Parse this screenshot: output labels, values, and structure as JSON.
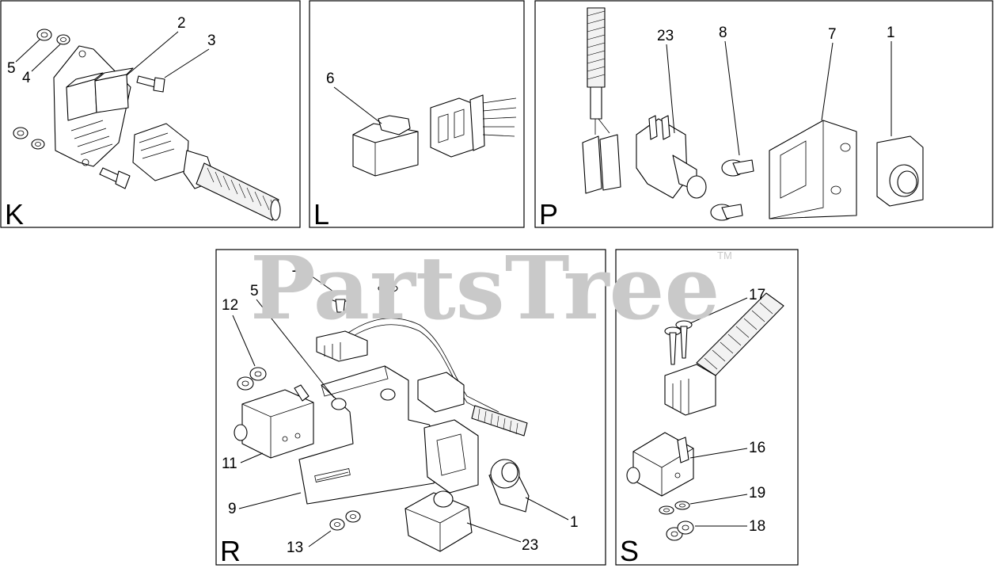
{
  "watermark": {
    "text": "PartsTree",
    "tm": "TM"
  },
  "panels": [
    {
      "id": "K",
      "label": "K",
      "callouts": [
        "2",
        "3",
        "5",
        "4"
      ]
    },
    {
      "id": "L",
      "label": "L",
      "callouts": [
        "6"
      ]
    },
    {
      "id": "P",
      "label": "P",
      "callouts": [
        "23",
        "8",
        "7",
        "1"
      ]
    },
    {
      "id": "R",
      "label": "R",
      "callouts": [
        "10",
        "5",
        "12",
        "11",
        "9",
        "13",
        "23",
        "1"
      ]
    },
    {
      "id": "S",
      "label": "S",
      "callouts": [
        "17",
        "16",
        "19",
        "18"
      ]
    }
  ]
}
